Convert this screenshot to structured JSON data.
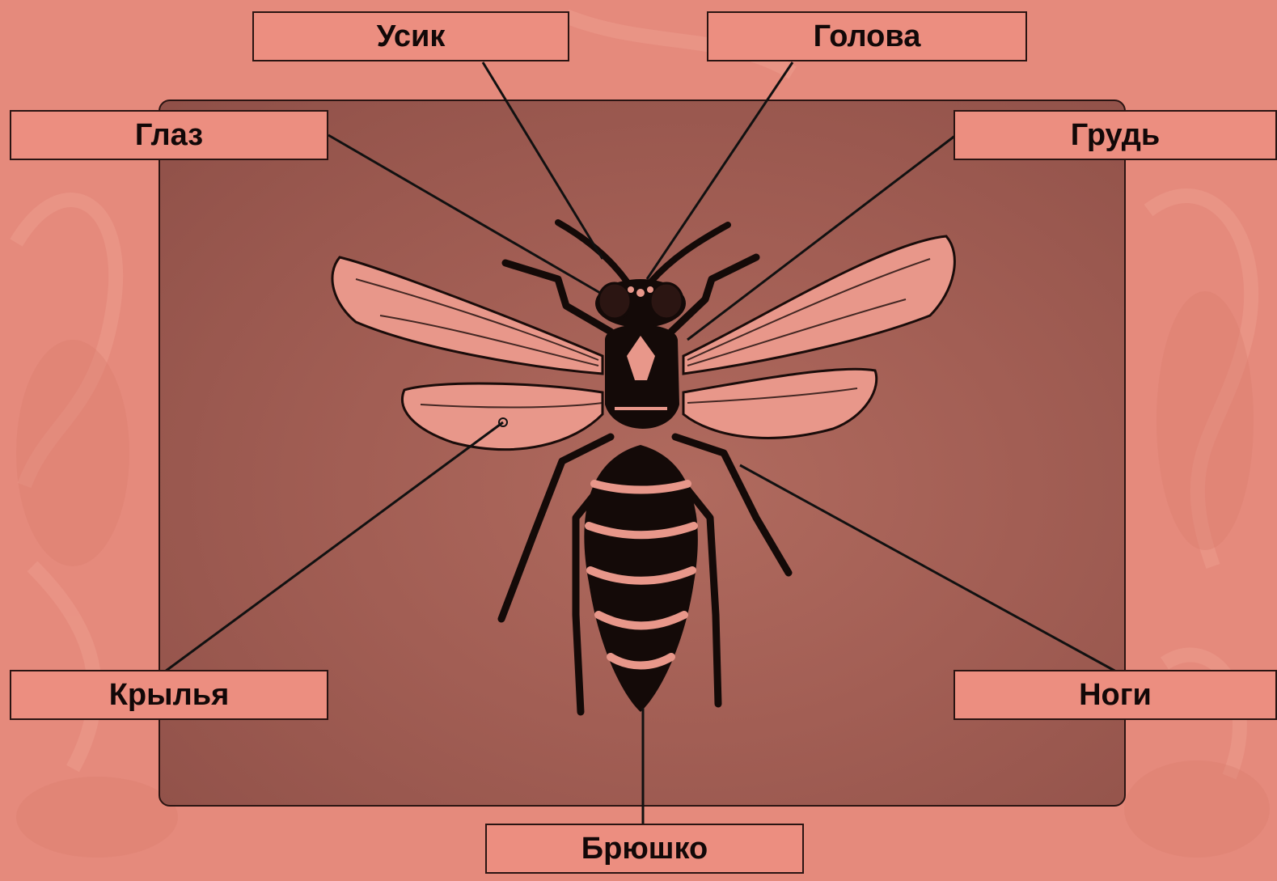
{
  "labels": {
    "antenna": "Усик",
    "head": "Голова",
    "eye": "Глаз",
    "thorax": "Грудь",
    "wings": "Крылья",
    "legs": "Ноги",
    "abdomen": "Брюшко"
  },
  "colors": {
    "background": "#e58a7c",
    "panel": "#a25e54",
    "label_fill": "#ec8e80",
    "line": "#111111",
    "insect": "#140a08",
    "wing": "#e8978a"
  }
}
